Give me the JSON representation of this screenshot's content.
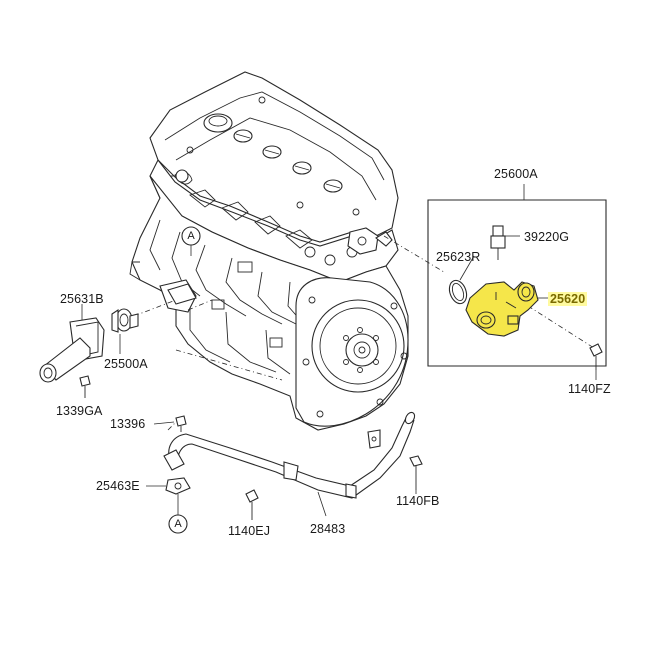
{
  "diagram": {
    "labels": {
      "p25600A": "25600A",
      "p39220G": "39220G",
      "p25623R": "25623R",
      "p25620": "25620",
      "p1140FZ": "1140FZ",
      "p25631B": "25631B",
      "p25500A": "25500A",
      "p1339GA": "1339GA",
      "p13396": "13396",
      "p25463E": "25463E",
      "p1140EJ": "1140EJ",
      "p28483": "28483",
      "p1140FB": "1140FB"
    },
    "callouts": {
      "a_upper": "A",
      "a_lower": "A"
    },
    "colors": {
      "line": "#2a2a2a",
      "highlight_part": "#f5e64a",
      "highlight_text": "#7a6a00"
    }
  }
}
